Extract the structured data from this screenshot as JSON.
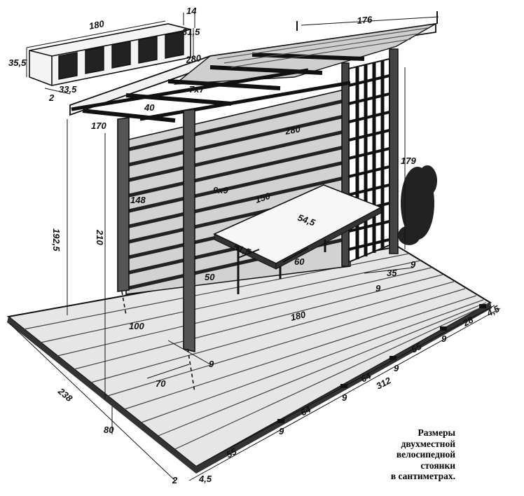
{
  "diagram": {
    "caption": [
      "Размеры",
      "двухместной",
      "велосипедной",
      "стоянки",
      "в сантиметрах."
    ],
    "dimensions": {
      "shelf_length": "180",
      "shelf_thickness": "14",
      "shelf_height_right": "31,5",
      "shelf_height_left": "35,5",
      "shelf_depth": "33,5",
      "shelf_board": "2",
      "roof_front": "176",
      "roof_width": "280",
      "beam": "7x7",
      "overhang": "40",
      "side_width": "170",
      "wall_length": "280",
      "trellis_height": "179",
      "post": "9x9",
      "wall_height": "148",
      "table_width": "150",
      "table_depth_right": "54,5",
      "table_depth_left": "51,5",
      "table_leg": "60",
      "table_height": "50",
      "gap": "35",
      "slat_9": "9",
      "floor_inner": "180",
      "floor_side_inner": "100",
      "front_height": "192,5",
      "post_height": "210",
      "side_floor": "238",
      "post_depth": "70",
      "front_post_offset": "80",
      "segment_55": "55",
      "segment_64": "64",
      "segment_28": "28",
      "edge_45": "4,5",
      "total_length": "312",
      "edge_2": "2"
    }
  }
}
